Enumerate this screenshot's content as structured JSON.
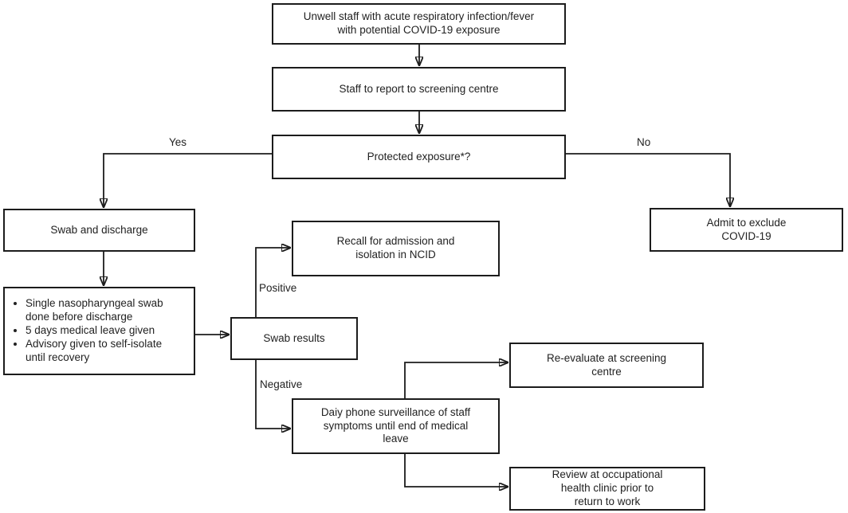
{
  "nodes": {
    "unwell": {
      "label": "Unwell staff with acute respiratory infection/fever\nwith potential COVID-19 exposure"
    },
    "report": {
      "label": "Staff to report to screening centre"
    },
    "exposure": {
      "label": "Protected exposure*?"
    },
    "swab_discharge": {
      "label": "Swab and discharge"
    },
    "admit": {
      "label": "Admit to exclude\nCOVID-19"
    },
    "discharge_details": {
      "items": [
        "Single nasopharyngeal swab done before discharge",
        "5 days medical leave given",
        "Advisory given to self-isolate until recovery"
      ]
    },
    "recall": {
      "label": "Recall for admission and\nisolation in NCID"
    },
    "swab_results": {
      "label": "Swab results"
    },
    "daily_surveillance": {
      "label": "Daiy phone surveillance of staff\nsymptoms until end of medical\nleave"
    },
    "reevaluate": {
      "label": "Re-evaluate at screening\ncentre"
    },
    "review": {
      "label": "Review at occupational\nhealth clinic prior to\nreturn to work"
    }
  },
  "edge_labels": {
    "yes": "Yes",
    "no": "No",
    "positive": "Positive",
    "negative": "Negative"
  },
  "colors": {
    "line": "#1c1c1c",
    "box_border": "#1c1c1c",
    "text": "#222222",
    "background": "#ffffff"
  }
}
